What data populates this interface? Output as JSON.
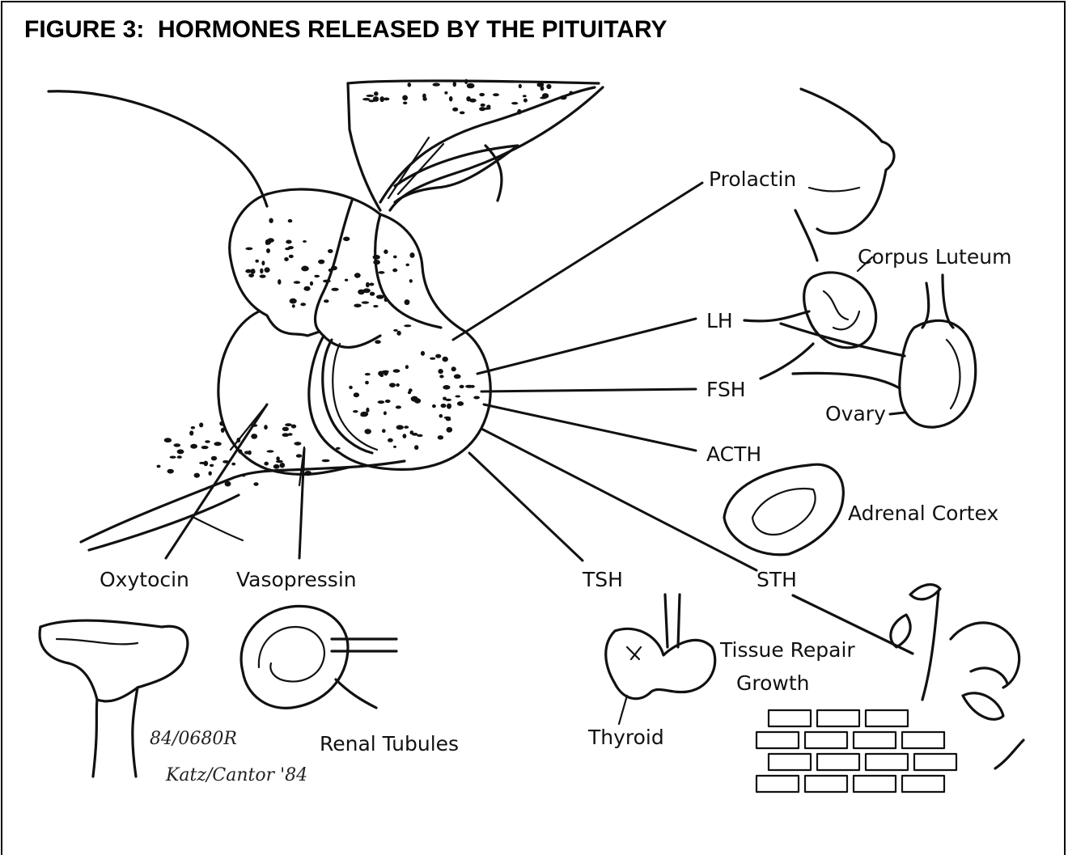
{
  "figure": {
    "title": "FIGURE 3:  HORMONES RELEASED BY THE PITUITARY"
  },
  "hormones": {
    "prolactin": "Prolactin",
    "lh": "LH",
    "fsh": "FSH",
    "acth": "ACTH",
    "tsh": "TSH",
    "sth": "STH",
    "oxytocin": "Oxytocin",
    "vasopressin": "Vasopressin"
  },
  "targets": {
    "corpus_luteum": "Corpus Luteum",
    "ovary": "Ovary",
    "adrenal_cortex": "Adrenal Cortex",
    "tissue_repair": "Tissue Repair",
    "growth": "Growth",
    "thyroid": "Thyroid",
    "renal_tubules": "Renal Tubules"
  },
  "signature": {
    "code": "84/0680R",
    "artist": "Katz/Cantor '84"
  },
  "colors": {
    "ink": "#111111",
    "background": "#ffffff"
  }
}
